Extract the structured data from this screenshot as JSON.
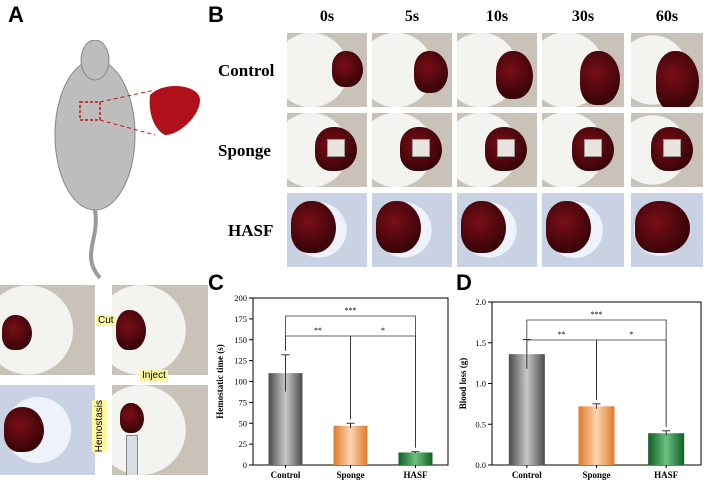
{
  "panels": {
    "a": "A",
    "b": "B",
    "c": "C",
    "d": "D"
  },
  "panel_b": {
    "columns": [
      "0s",
      "5s",
      "10s",
      "30s",
      "60s"
    ],
    "rows": [
      "Control",
      "Sponge",
      "HASF"
    ]
  },
  "panel_a": {
    "steps": [
      "Cut",
      "Inject",
      "Hemostasis"
    ]
  },
  "colors": {
    "control": "#555555",
    "sponge": "#f4a460",
    "hasf": "#1e7b34",
    "liver": "#b0101a"
  },
  "chart_data": [
    {
      "type": "bar",
      "panel": "C",
      "categories": [
        "Control",
        "Sponge",
        "HASF"
      ],
      "values": [
        110,
        47,
        15
      ],
      "errors": [
        22,
        3,
        1
      ],
      "ylabel": "Hemostatic time (s)",
      "ylim": [
        0,
        200
      ],
      "yticks": [
        "0",
        "25",
        "50",
        "75",
        "100",
        "125",
        "150",
        "175",
        "200"
      ],
      "significance": [
        {
          "from": 0,
          "to": 2,
          "label": "***"
        },
        {
          "from": 0,
          "to": 1,
          "label": "**"
        },
        {
          "from": 1,
          "to": 2,
          "label": "*"
        }
      ]
    },
    {
      "type": "bar",
      "panel": "D",
      "categories": [
        "Control",
        "Sponge",
        "HASF"
      ],
      "values": [
        1.36,
        0.72,
        0.39
      ],
      "errors": [
        0.18,
        0.03,
        0.03
      ],
      "ylabel": "Blood loss (g)",
      "ylim": [
        0,
        2.0
      ],
      "yticks": [
        "0.0",
        "0.5",
        "1.0",
        "1.5",
        "2.0"
      ],
      "significance": [
        {
          "from": 0,
          "to": 2,
          "label": "***"
        },
        {
          "from": 0,
          "to": 1,
          "label": "**"
        },
        {
          "from": 1,
          "to": 2,
          "label": "*"
        }
      ]
    }
  ]
}
